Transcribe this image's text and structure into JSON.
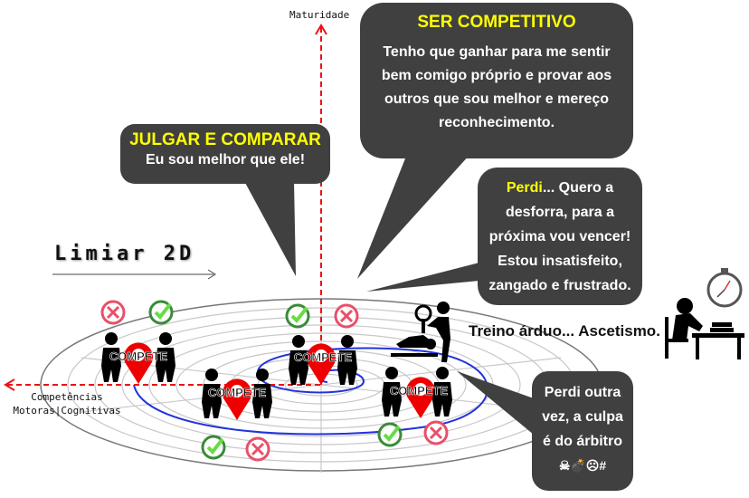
{
  "axes": {
    "vertical_label": "Maturidade",
    "horizontal_label_line1": "Competências",
    "horizontal_label_line2": "Motoras|Cognitivas",
    "axis_color": "#ee1111"
  },
  "threshold": {
    "label": "Limiar 2D"
  },
  "bubbles": {
    "judge": {
      "title": "JULGAR E COMPARAR",
      "body": "Eu sou melhor que ele!"
    },
    "competitive": {
      "title": "SER COMPETITIVO",
      "line1": "Tenho que ganhar para me sentir",
      "line2": "bem comigo próprio e provar aos",
      "line3": "outros que sou melhor e mereço",
      "line4": "reconhecimento."
    },
    "lost": {
      "highlight": "Perdi",
      "line1_rest": "... Quero a",
      "line2": "desforra, para a",
      "line3": "próxima vou vencer!",
      "line4": "Estou insatisfeito,",
      "line5": "zangado e frustrado."
    },
    "blame": {
      "line1": "Perdi outra",
      "line2": "vez, a culpa",
      "line3": "é do árbitro",
      "line4": "☠💣☹#"
    }
  },
  "training": {
    "label": "Treino árduo... Ascetismo."
  },
  "compete_groups": [
    {
      "label": "COMPETE",
      "marks": [
        "cross",
        "check"
      ]
    },
    {
      "label": "COMPETE",
      "marks": [
        "check",
        "cross"
      ]
    },
    {
      "label": "COMPETE",
      "marks": [
        "check",
        "cross"
      ]
    },
    {
      "label": "COMPETE",
      "marks": [
        "check",
        "cross"
      ]
    }
  ],
  "colors": {
    "bubble_bg": "#404040",
    "title_yellow": "#ffff00",
    "pin_red": "#ee0000",
    "check_green": "#3a8a3a",
    "cross_pink": "#e8506a",
    "spiral_blue": "#2233dd"
  }
}
